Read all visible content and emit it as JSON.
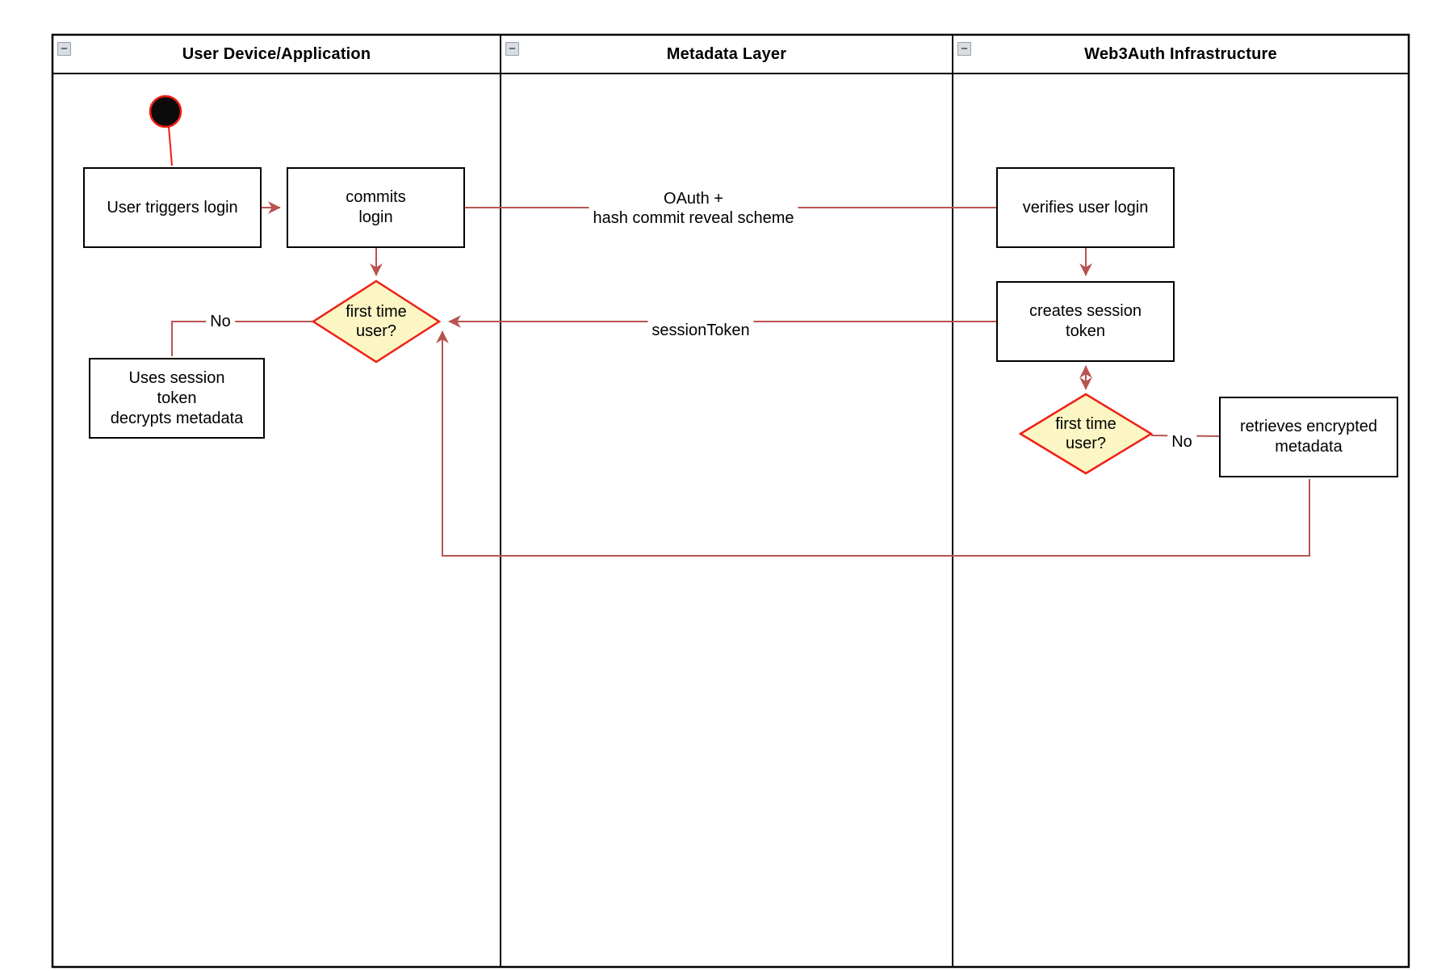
{
  "lanes": [
    {
      "label": "User Device/Application"
    },
    {
      "label": "Metadata Layer"
    },
    {
      "label": "Web3Auth Infrastructure"
    }
  ],
  "collapse_glyph": "−",
  "nodes": {
    "user_triggers_login": {
      "label": "User triggers login"
    },
    "commits_login": {
      "label": "commits\nlogin"
    },
    "first_time_user_device": {
      "label": "first time\nuser?"
    },
    "uses_session_token": {
      "label": "Uses session\ntoken\ndecrypts metadata"
    },
    "verifies_user_login": {
      "label": "verifies user login"
    },
    "creates_session_token": {
      "label": "creates session\ntoken"
    },
    "first_time_user_infra": {
      "label": "first time\nuser?"
    },
    "retrieves_encrypted_metadata": {
      "label": "retrieves encrypted\nmetadata"
    }
  },
  "edge_labels": {
    "oauth": "OAuth +\nhash commit reveal scheme",
    "session_token": "sessionToken",
    "no_device": "No",
    "no_infra": "No"
  },
  "colors": {
    "connector": "#b85450",
    "decision_border": "#f01e14",
    "decision_fill": "#fbf6c3",
    "node_border": "#000000",
    "start_fill": "#0b0b0b",
    "start_border": "#f01e14"
  }
}
